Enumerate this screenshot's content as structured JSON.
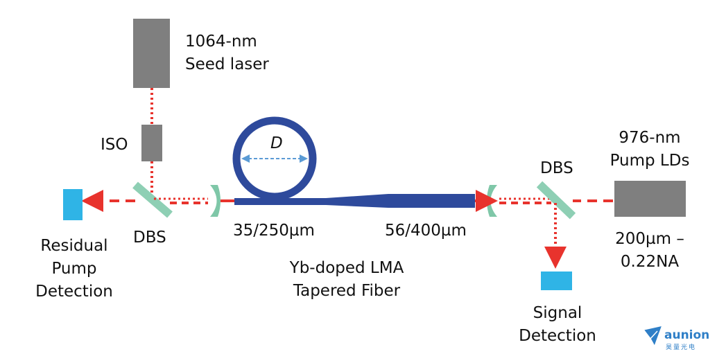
{
  "labels": {
    "seed_laser": [
      "1064-nm",
      "Seed laser"
    ],
    "iso": "ISO",
    "dbs_left": "DBS",
    "dbs_right": "DBS",
    "residual": [
      "Residual",
      "Pump",
      "Detection"
    ],
    "coil_d": "D",
    "fiber_left": "35/250µm",
    "fiber_right": "56/400µm",
    "fiber_name": [
      "Yb-doped LMA",
      "Tapered Fiber"
    ],
    "pump": [
      "976-nm",
      "Pump LDs"
    ],
    "pump_spec": [
      "200µm –",
      "0.22NA"
    ],
    "signal": [
      "Signal",
      "Detection"
    ]
  },
  "logo": {
    "name": "aunion",
    "sub": "昊量光电"
  },
  "colors": {
    "laser_gray": "#7f7f7f",
    "beam_red": "#e8332d",
    "fiber_blue": "#2e4a9c",
    "dbs_green": "#8ecfb4",
    "lens_green": "#7fc7a8",
    "detector_blue": "#2fb4e6",
    "arrow_light_blue": "#5b9bd5"
  }
}
